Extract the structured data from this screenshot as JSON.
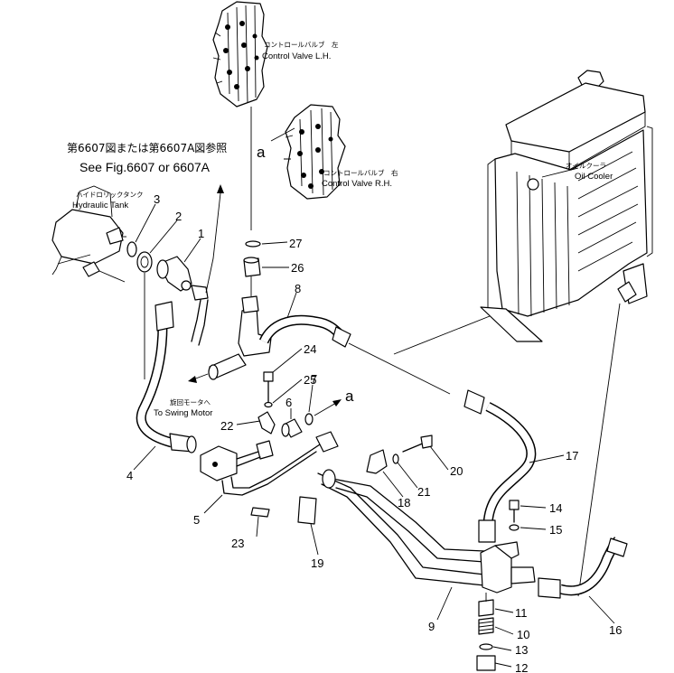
{
  "callouts": {
    "fig_ref_jp": "第6607図または第6607A図参照",
    "fig_ref_en": "See Fig.6607 or 6607A",
    "tank_jp": "ハイドロリックタンク",
    "tank_en": "Hydraulic Tank",
    "cv_lh_jp": "コントロールバルブ　左",
    "cv_lh_en": "Control Valve L.H.",
    "cv_rh_jp": "コントロールバルブ　右",
    "cv_rh_en": "Control Valve R.H.",
    "cooler_jp": "オイルクーラ",
    "cooler_en": "Oil Cooler",
    "swing_jp": "旋回モータへ",
    "swing_en": "To Swing Motor",
    "ref_a1": "a",
    "ref_a2": "a"
  },
  "parts": [
    "1",
    "2",
    "3",
    "4",
    "5",
    "6",
    "7",
    "8",
    "9",
    "10",
    "11",
    "12",
    "13",
    "14",
    "15",
    "16",
    "17",
    "18",
    "19",
    "20",
    "21",
    "22",
    "23",
    "24",
    "25",
    "26",
    "27"
  ]
}
